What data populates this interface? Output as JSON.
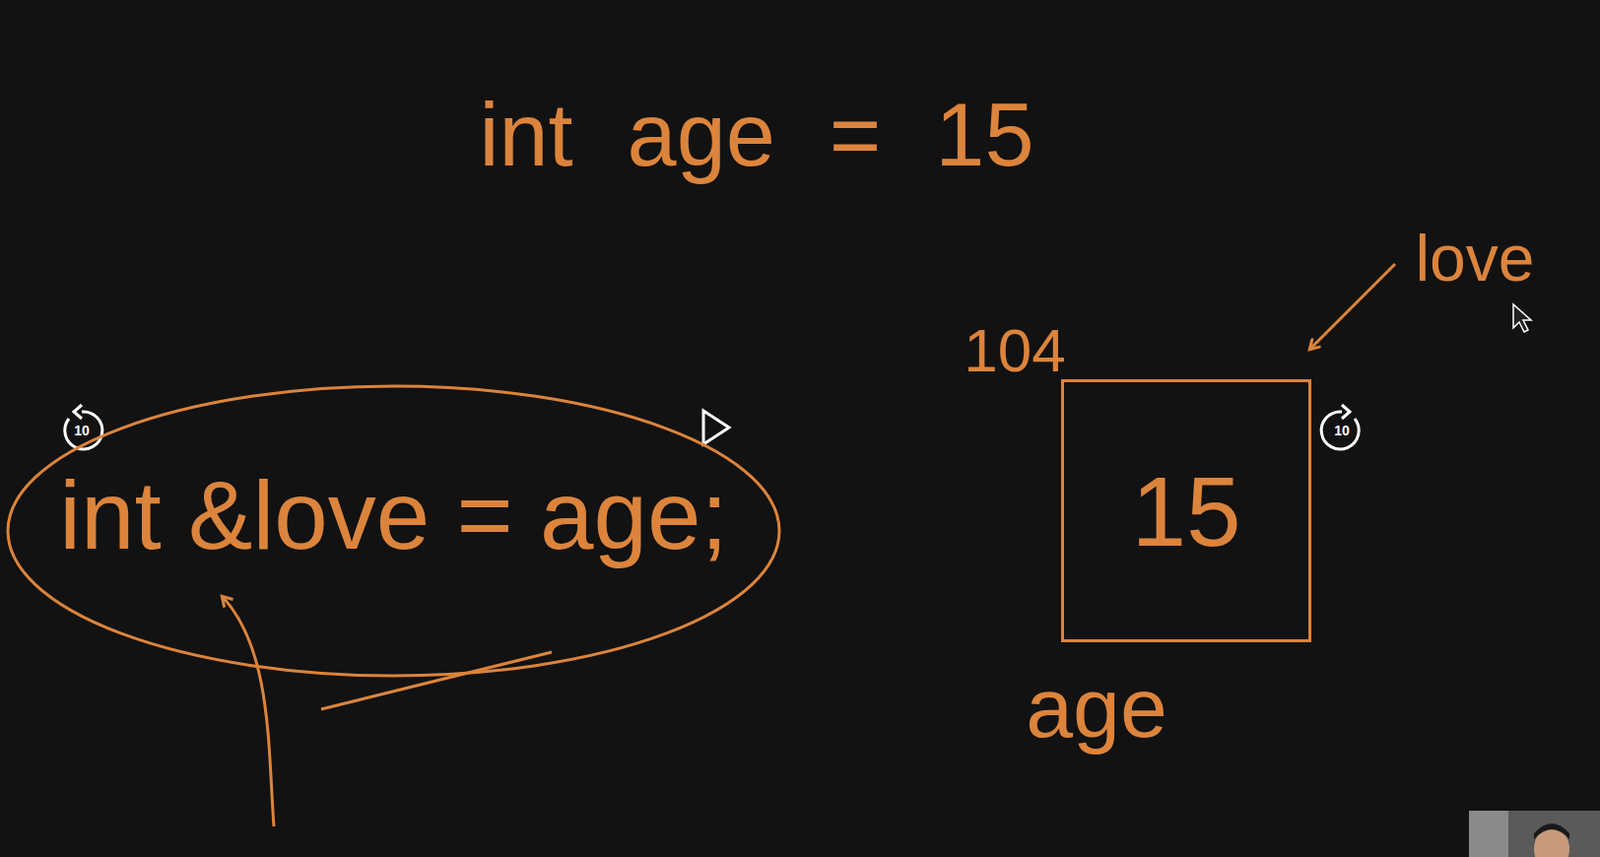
{
  "diagram": {
    "nodes": [
      {
        "text": [
          "int &love = age;"
        ]
      },
      {
        "text": [
          "104",
          "15",
          "age"
        ]
      }
    ],
    "labels": [
      "int age = 15",
      "love",
      "10",
      "10"
    ]
  }
}
